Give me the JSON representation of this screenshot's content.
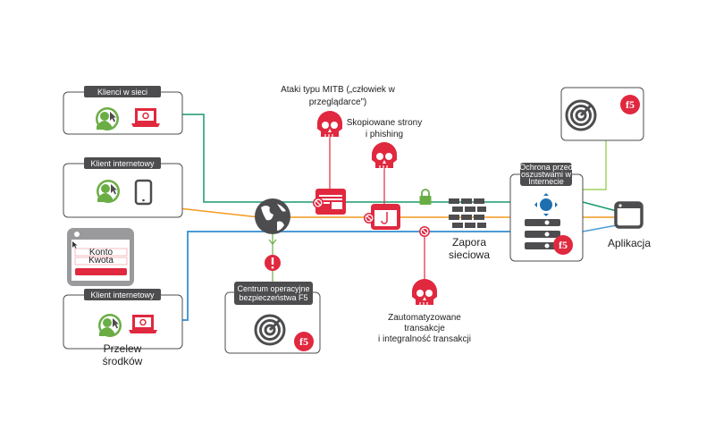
{
  "colors": {
    "green_line": "#1a9a6c",
    "orange_line": "#f39a1e",
    "blue_line": "#4a9bd6",
    "threat_red": "#e0283f",
    "user_green": "#6aad45",
    "dark_gray": "#4d4d4f",
    "accent_blue": "#1f6fae",
    "light_green": "#8cc63f"
  },
  "clients": [
    {
      "label": "Klienci w sieci",
      "icons": [
        "user-green-icon",
        "infected-laptop-icon"
      ]
    },
    {
      "label": "Klient internetowy",
      "icons": [
        "user-green-icon",
        "tablet-icon"
      ]
    },
    {
      "label": "Klient internetowy",
      "icons": [
        "user-green-icon",
        "infected-laptop-icon"
      ],
      "caption_line1": "Przelew",
      "caption_line2": "środków"
    }
  ],
  "form": {
    "field1": "Konto",
    "field2": "Kwota"
  },
  "threats": {
    "mitb_line1": "Ataki typu MITB („człowiek w",
    "mitb_line2": "przeglądarce”)",
    "phishing_line1": "Skopiowane strony",
    "phishing_line2": "i phishing",
    "auto_line1": "Zautomatyzowane",
    "auto_line2": "transakcje",
    "auto_line3": "i integralność transakcji"
  },
  "soc": {
    "line1": "Centrum operacyjne",
    "line2": "bezpieczeństwa F5"
  },
  "firewall": {
    "line1": "Zapora",
    "line2": "sieciowa"
  },
  "fraud": {
    "line1": "Ochrona przed",
    "line2": "oszustwami w",
    "line3": "Internecie"
  },
  "app": {
    "label": "Aplikacja"
  },
  "logos": {
    "f5": "f5"
  }
}
